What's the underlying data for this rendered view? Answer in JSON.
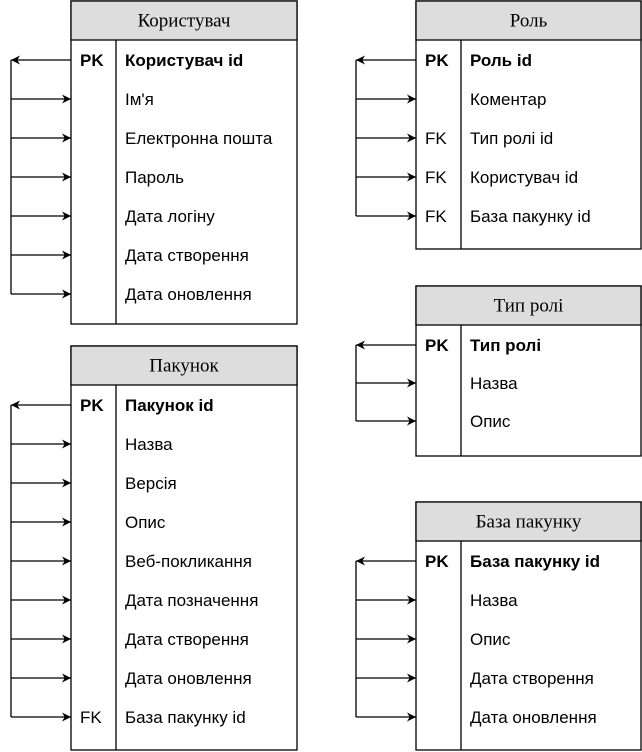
{
  "tables": [
    {
      "id": "korystuvach",
      "title": "Користувач",
      "rows": [
        {
          "key": "PK",
          "name": "Користувач id"
        },
        {
          "key": "",
          "name": "Ім'я"
        },
        {
          "key": "",
          "name": "Електронна пошта"
        },
        {
          "key": "",
          "name": "Пароль"
        },
        {
          "key": "",
          "name": "Дата  логіну"
        },
        {
          "key": "",
          "name": "Дата створення"
        },
        {
          "key": "",
          "name": "Дата оновлення"
        }
      ]
    },
    {
      "id": "pakunok",
      "title": "Пакунок",
      "rows": [
        {
          "key": "PK",
          "name": "Пакунок id"
        },
        {
          "key": "",
          "name": "Назва"
        },
        {
          "key": "",
          "name": "Версія"
        },
        {
          "key": "",
          "name": "Опис"
        },
        {
          "key": "",
          "name": "Веб-покликання"
        },
        {
          "key": "",
          "name": "Дата позначення"
        },
        {
          "key": "",
          "name": "Дата створення"
        },
        {
          "key": "",
          "name": "Дата оновлення"
        },
        {
          "key": "FK",
          "name": "База пакунку id"
        }
      ]
    },
    {
      "id": "rol",
      "title": "Роль",
      "rows": [
        {
          "key": "PK",
          "name": "Роль id"
        },
        {
          "key": "",
          "name": "Коментар"
        },
        {
          "key": "FK",
          "name": "Тип ролі id"
        },
        {
          "key": "FK",
          "name": "Користувач id"
        },
        {
          "key": "FK",
          "name": "База пакунку id"
        }
      ]
    },
    {
      "id": "typ-roli",
      "title": "Тип ролі",
      "rows": [
        {
          "key": "PK",
          "name": "Тип ролі"
        },
        {
          "key": "",
          "name": "Назва"
        },
        {
          "key": "",
          "name": "Опис"
        }
      ]
    },
    {
      "id": "baza-pakunku",
      "title": "База пакунку",
      "rows": [
        {
          "key": "PK",
          "name": "База пакунку id"
        },
        {
          "key": "",
          "name": "Назва"
        },
        {
          "key": "",
          "name": "Опис"
        },
        {
          "key": "",
          "name": "Дата створення"
        },
        {
          "key": "",
          "name": "Дата оновлення"
        }
      ]
    }
  ],
  "colors": {
    "header_fill": "#dddddd",
    "border": "#000000",
    "background": "#ffffff"
  }
}
